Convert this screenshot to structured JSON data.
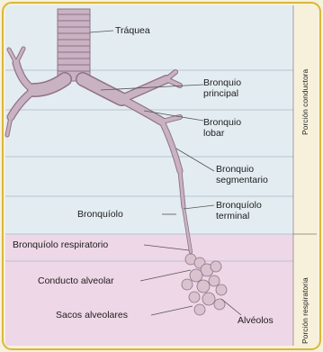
{
  "colors": {
    "frame_border": "#d9b73c",
    "background": "#f7f1dc",
    "conducting_zone": "#e3ecf1",
    "respiratory_zone": "#eed7e6",
    "airway": "#bba2b2",
    "airway_dark": "#8f7286",
    "trachea_ring": "#efe6ec",
    "label_line": "#555555"
  },
  "labels": {
    "traquea": "Tráquea",
    "bronquio_principal": [
      "Bronquio",
      "principal"
    ],
    "bronquio_lobar": [
      "Bronquio",
      "lobar"
    ],
    "bronquio_segmentario": [
      "Bronquio",
      "segmentario"
    ],
    "bronquiolo": "Bronquíolo",
    "bronquiolo_terminal": [
      "Bronquíolo",
      "terminal"
    ],
    "bronquiolo_respiratorio": "Bronquíolo respiratorio",
    "conducto_alveolar": "Conducto alveolar",
    "sacos_alveolares": "Sacos alveolares",
    "alveolos": "Alvéolos"
  },
  "zones": {
    "conductora": "Porción conductora",
    "respiratoria": "Porción respiratoria"
  }
}
